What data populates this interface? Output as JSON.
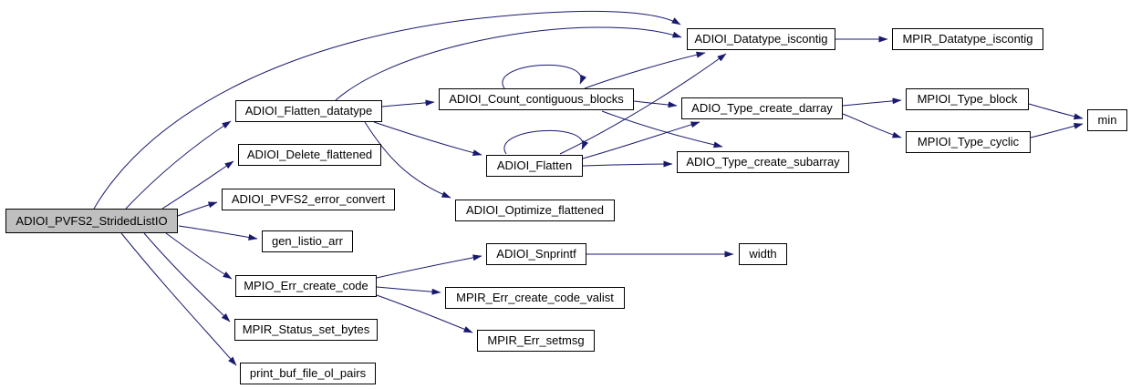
{
  "graph": {
    "type": "call-graph",
    "edge_color": "#191970",
    "node_fill": "#ffffff",
    "node_border_color": "#000000",
    "root_fill": "#bfbfbf",
    "nodes": [
      {
        "id": "root",
        "label": "ADIOI_PVFS2_StridedListIO",
        "is_root": true
      },
      {
        "id": "flatten_datatype",
        "label": "ADIOI_Flatten_datatype"
      },
      {
        "id": "delete_flattened",
        "label": "ADIOI_Delete_flattened"
      },
      {
        "id": "pvfs2_error_convert",
        "label": "ADIOI_PVFS2_error_convert"
      },
      {
        "id": "gen_listio_arr",
        "label": "gen_listio_arr"
      },
      {
        "id": "mpio_err_create_code",
        "label": "MPIO_Err_create_code"
      },
      {
        "id": "mpir_status_set_bytes",
        "label": "MPIR_Status_set_bytes"
      },
      {
        "id": "print_buf_file_ol_pairs",
        "label": "print_buf_file_ol_pairs"
      },
      {
        "id": "count_contiguous_blocks",
        "label": "ADIOI_Count_contiguous_blocks"
      },
      {
        "id": "flatten",
        "label": "ADIOI_Flatten"
      },
      {
        "id": "optimize_flattened",
        "label": "ADIOI_Optimize_flattened"
      },
      {
        "id": "snprintf",
        "label": "ADIOI_Snprintf"
      },
      {
        "id": "err_create_code_valist",
        "label": "MPIR_Err_create_code_valist"
      },
      {
        "id": "err_setmsg",
        "label": "MPIR_Err_setmsg"
      },
      {
        "id": "datatype_iscontig",
        "label": "ADIOI_Datatype_iscontig"
      },
      {
        "id": "type_create_darray",
        "label": "ADIO_Type_create_darray"
      },
      {
        "id": "type_create_subarray",
        "label": "ADIO_Type_create_subarray"
      },
      {
        "id": "mpir_datatype_iscontig",
        "label": "MPIR_Datatype_iscontig"
      },
      {
        "id": "mpioi_type_block",
        "label": "MPIOI_Type_block"
      },
      {
        "id": "mpioi_type_cyclic",
        "label": "MPIOI_Type_cyclic"
      },
      {
        "id": "min",
        "label": "min"
      },
      {
        "id": "width",
        "label": "width"
      }
    ],
    "edges": [
      {
        "from": "root",
        "to": "datatype_iscontig"
      },
      {
        "from": "root",
        "to": "flatten_datatype"
      },
      {
        "from": "root",
        "to": "delete_flattened"
      },
      {
        "from": "root",
        "to": "pvfs2_error_convert"
      },
      {
        "from": "root",
        "to": "gen_listio_arr"
      },
      {
        "from": "root",
        "to": "mpio_err_create_code"
      },
      {
        "from": "root",
        "to": "mpir_status_set_bytes"
      },
      {
        "from": "root",
        "to": "print_buf_file_ol_pairs"
      },
      {
        "from": "flatten_datatype",
        "to": "datatype_iscontig"
      },
      {
        "from": "flatten_datatype",
        "to": "count_contiguous_blocks"
      },
      {
        "from": "flatten_datatype",
        "to": "flatten"
      },
      {
        "from": "flatten_datatype",
        "to": "optimize_flattened"
      },
      {
        "from": "count_contiguous_blocks",
        "to": "count_contiguous_blocks"
      },
      {
        "from": "count_contiguous_blocks",
        "to": "datatype_iscontig"
      },
      {
        "from": "count_contiguous_blocks",
        "to": "type_create_darray"
      },
      {
        "from": "count_contiguous_blocks",
        "to": "type_create_subarray"
      },
      {
        "from": "flatten",
        "to": "flatten"
      },
      {
        "from": "flatten",
        "to": "datatype_iscontig"
      },
      {
        "from": "flatten",
        "to": "type_create_darray"
      },
      {
        "from": "flatten",
        "to": "type_create_subarray"
      },
      {
        "from": "datatype_iscontig",
        "to": "mpir_datatype_iscontig"
      },
      {
        "from": "type_create_darray",
        "to": "mpioi_type_block"
      },
      {
        "from": "type_create_darray",
        "to": "mpioi_type_cyclic"
      },
      {
        "from": "mpioi_type_block",
        "to": "min"
      },
      {
        "from": "mpioi_type_cyclic",
        "to": "min"
      },
      {
        "from": "mpio_err_create_code",
        "to": "snprintf"
      },
      {
        "from": "mpio_err_create_code",
        "to": "err_create_code_valist"
      },
      {
        "from": "mpio_err_create_code",
        "to": "err_setmsg"
      },
      {
        "from": "snprintf",
        "to": "width"
      }
    ]
  }
}
